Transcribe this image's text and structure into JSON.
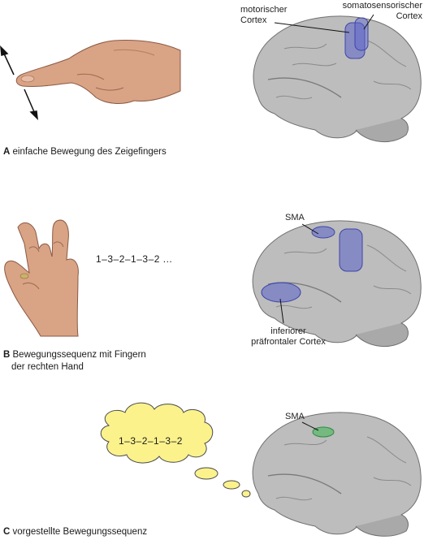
{
  "panels": {
    "a": {
      "letter": "A",
      "caption": "einfache Bewegung des Zeigefingers",
      "labels": {
        "motor": [
          "motorischer",
          "Cortex"
        ],
        "somato": [
          "somatosensorischer",
          "Cortex"
        ]
      }
    },
    "b": {
      "letter": "B",
      "caption_line1": "Bewegungssequenz mit Fingern",
      "caption_line2": "der rechten Hand",
      "sequence": "1–3–2–1–3–2 ...",
      "labels": {
        "sma": "SMA",
        "ipfc": [
          "inferiorer",
          "präfrontaler Cortex"
        ]
      }
    },
    "c": {
      "letter": "C",
      "caption": "vorgestellte Bewegungssequenz",
      "thought": "1–3–2–1–3–2",
      "labels": {
        "sma": "SMA"
      }
    }
  },
  "colors": {
    "activation_blue": "#5b63c9",
    "activation_green": "#5db86d",
    "thought_bubble": "#fbf28c",
    "brain_fill": "#bdbdbd"
  }
}
